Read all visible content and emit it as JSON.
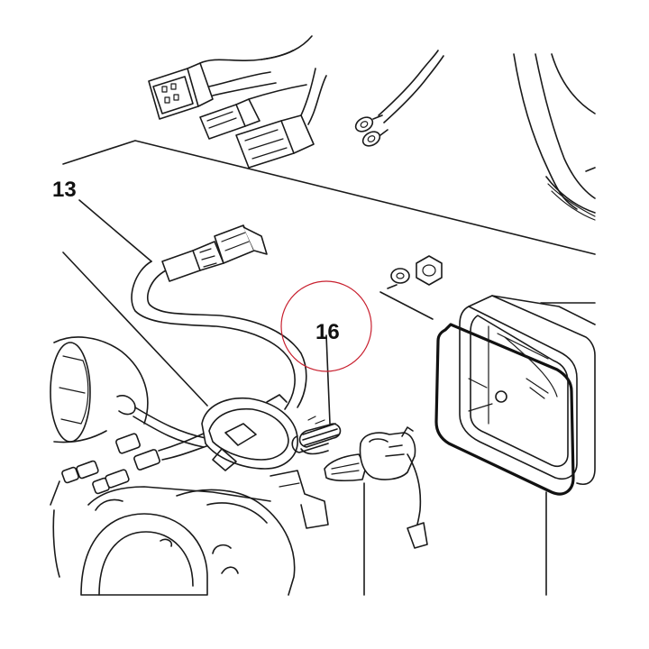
{
  "callouts": [
    {
      "id": "13",
      "text": "13"
    },
    {
      "id": "16",
      "text": "16"
    }
  ],
  "colors": {
    "ink": "#1a1a1a",
    "highlight_circle": "#c8202f",
    "background": "#ffffff"
  }
}
